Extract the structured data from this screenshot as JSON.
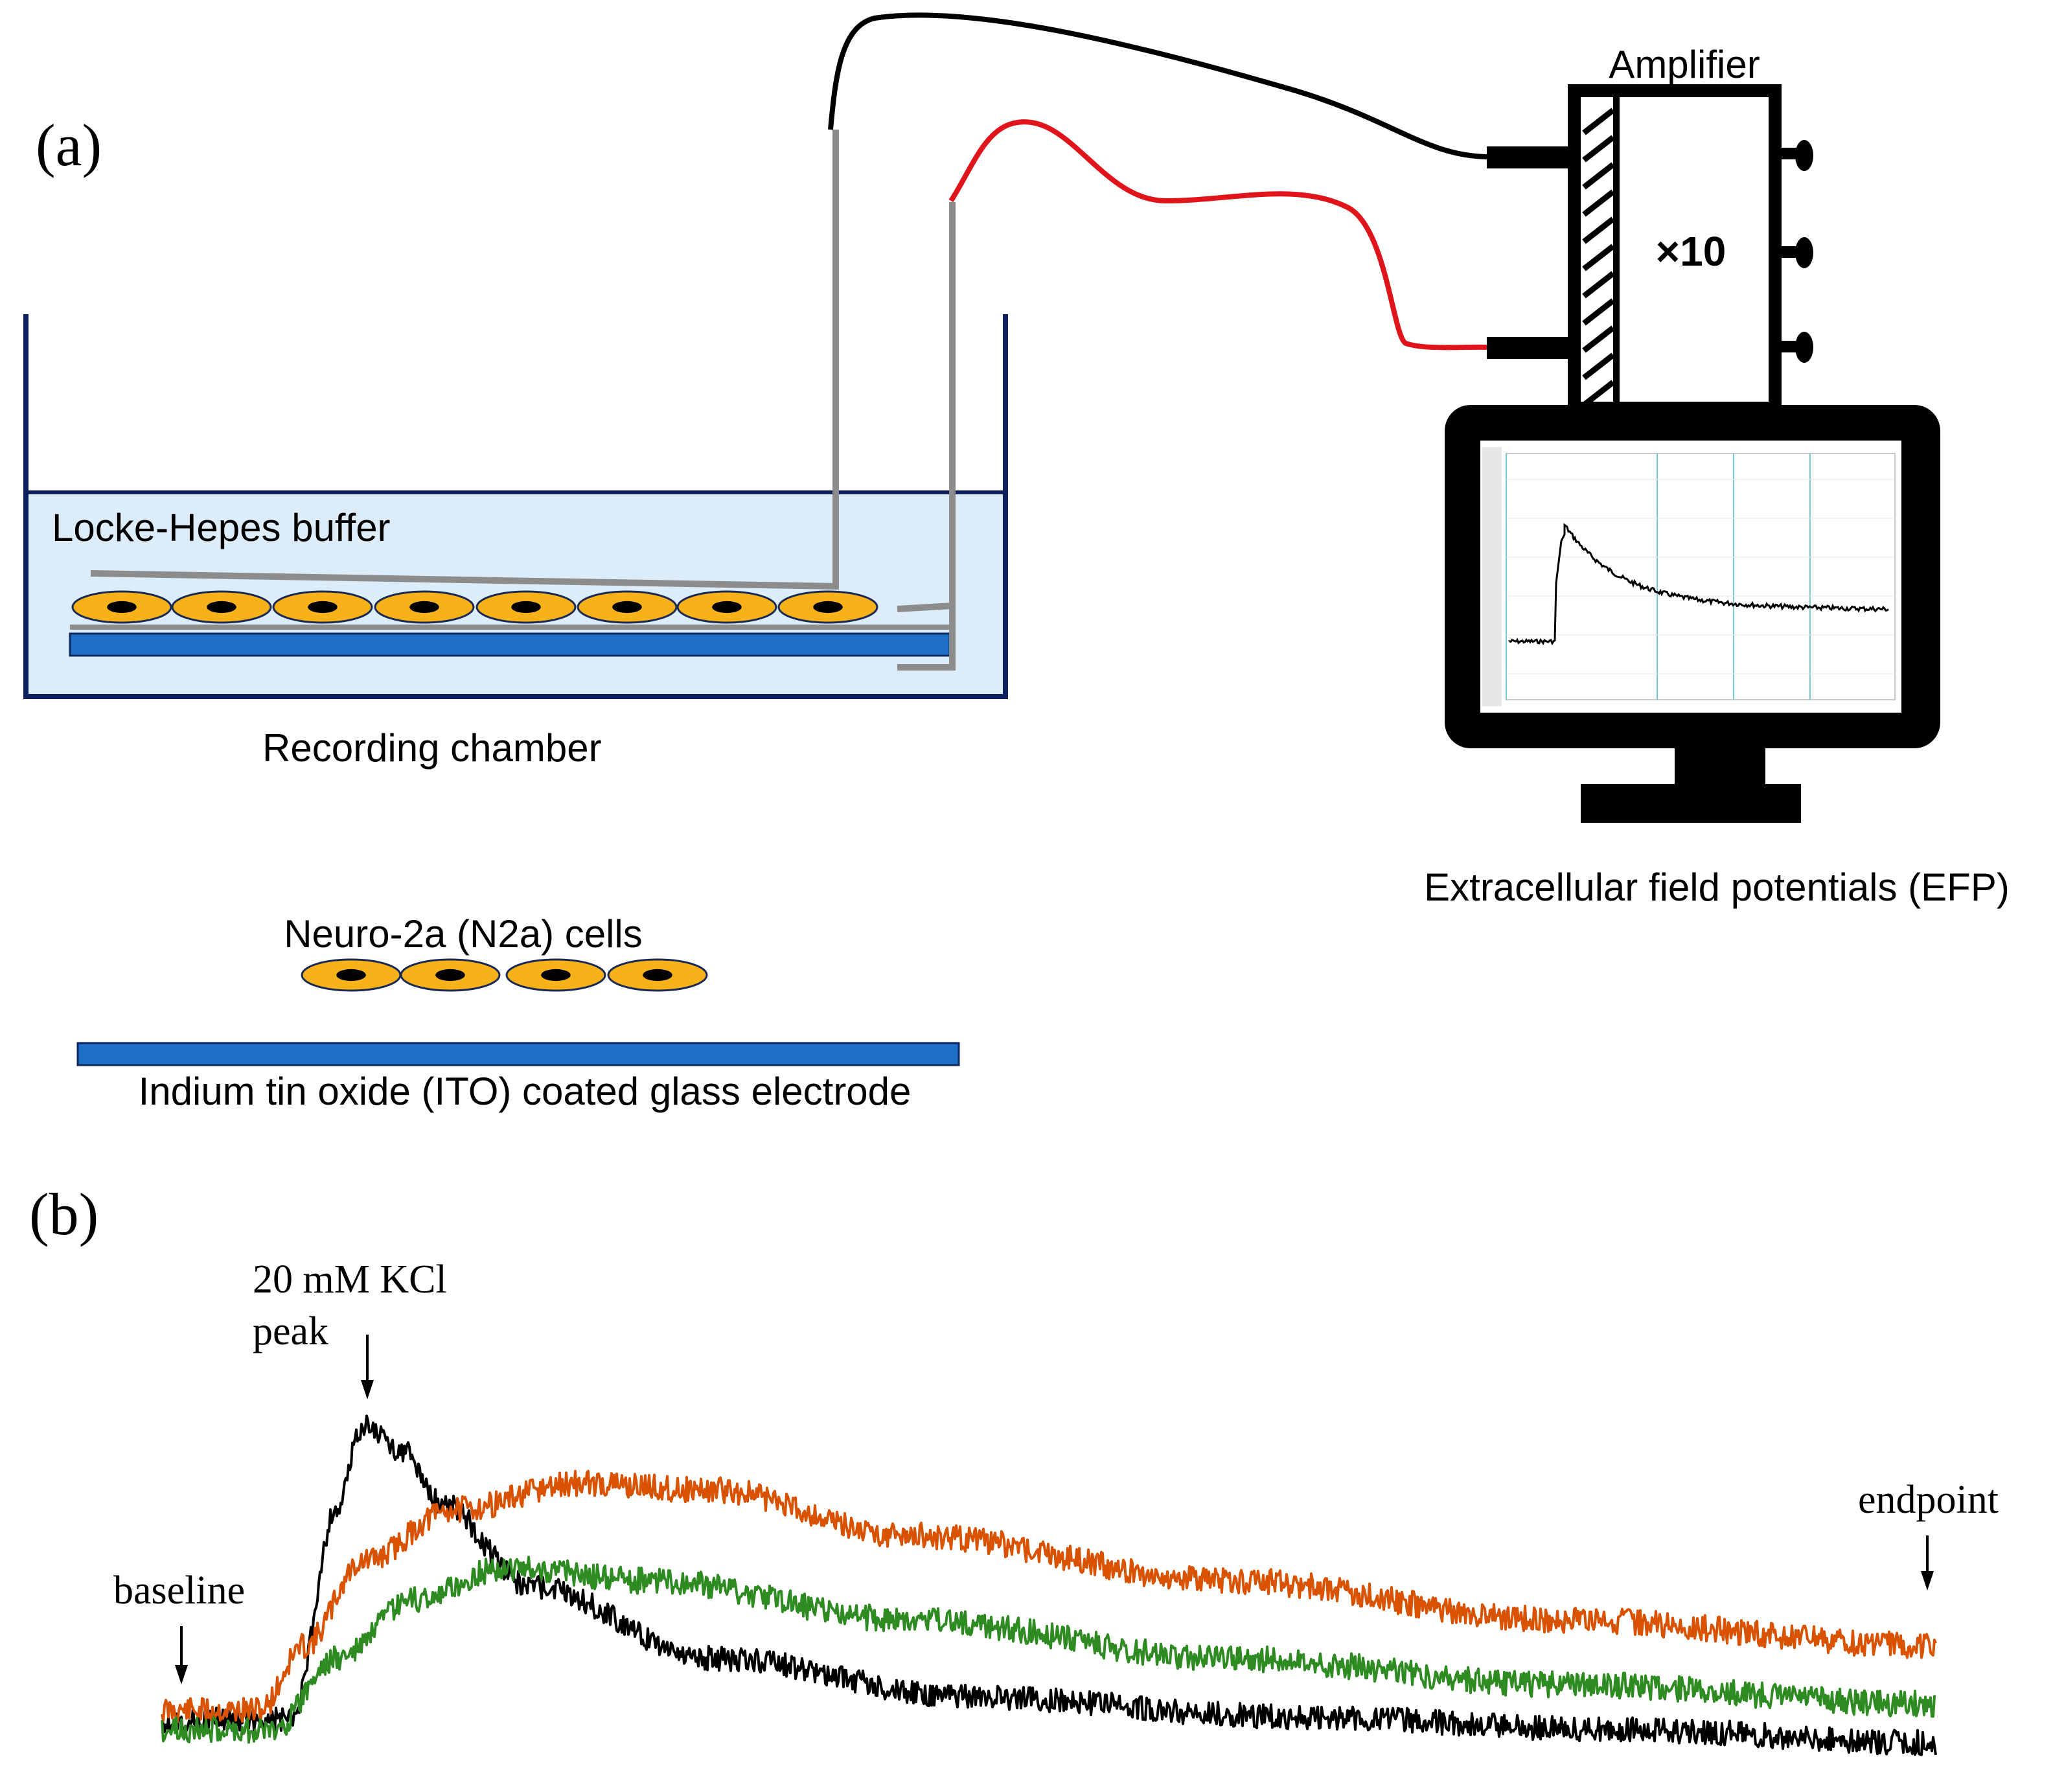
{
  "panel_a": {
    "label": "(a)",
    "amplifier_title": "Amplifier",
    "amplifier_gain": "×10",
    "buffer_label": "Locke-Hepes buffer",
    "chamber_label": "Recording chamber",
    "monitor_caption": "Extracellular field potentials (EFP)",
    "cells_label": "Neuro-2a (N2a) cells",
    "electrode_label": "Indium tin oxide (ITO) coated glass electrode"
  },
  "panel_b": {
    "label": "(b)",
    "annotation_kcl_line1": "20 mM KCl",
    "annotation_kcl_line2": "peak",
    "annotation_baseline": "baseline",
    "annotation_endpoint": "endpoint"
  },
  "colors": {
    "chamber_wall": "#0d1f5c",
    "buffer_fill": "#dcecf8",
    "electrode_blue": "#1f6fc6",
    "cell_yellow": "#f7b21a",
    "wire_red": "#e0151b",
    "wire_black": "#000000",
    "probe_gray": "#8c8c8c",
    "trace_black": "#000000",
    "trace_orange": "#d95200",
    "trace_green": "#2e8b22",
    "scope_grid": "#7cc8d0"
  }
}
